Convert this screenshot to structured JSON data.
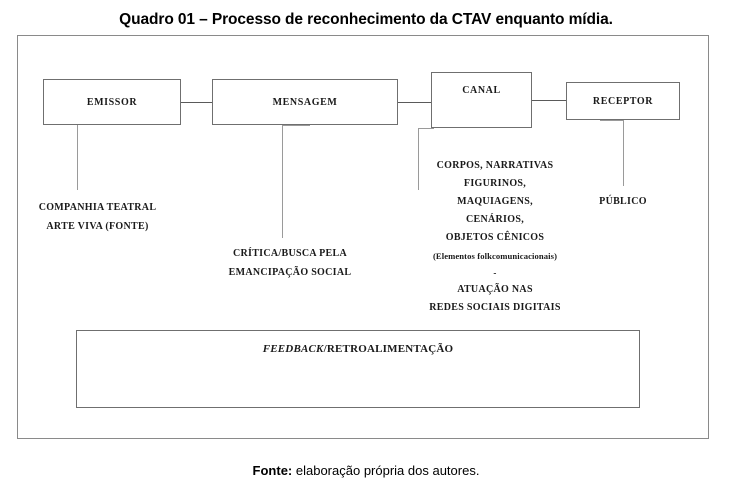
{
  "figure": {
    "title": "Quadro 01 – Processo de reconhecimento da CTAV enquanto mídia.",
    "source_label": "Fonte:",
    "source_text": " elaboração própria dos autores."
  },
  "nodes": [
    {
      "id": "emissor",
      "label": "EMISSOR"
    },
    {
      "id": "mensagem",
      "label": "MENSAGEM"
    },
    {
      "id": "canal",
      "label": "CANAL"
    },
    {
      "id": "receptor",
      "label": "RECEPTOR"
    }
  ],
  "captions": {
    "emissor": {
      "lines": [
        "COMPANHIA TEATRAL",
        "ARTE VIVA (FONTE)"
      ]
    },
    "mensagem": {
      "lines": [
        "CRÍTICA/BUSCA PELA",
        "EMANCIPAÇÃO SOCIAL"
      ]
    },
    "canal": {
      "lines": [
        "CORPOS, NARRATIVAS",
        "FIGURINOS,",
        "MAQUIAGENS,",
        "CENÁRIOS,",
        "OBJETOS CÊNICOS"
      ],
      "note": "(Elementos folkcomunicacionais)",
      "separator": "-",
      "tail_lines": [
        "ATUAÇÃO NAS",
        "REDES SOCIAIS DIGITAIS"
      ]
    },
    "receptor": {
      "lines": [
        "PÚBLICO"
      ]
    }
  },
  "feedback": {
    "italic_part": "FEEDBACK",
    "rest_part": "/RETROALIMENTAÇÃO"
  },
  "colors": {
    "frame_border": "#8a8a8a",
    "box_border": "#6f6f6f",
    "connector": "#9a9a9a",
    "text": "#1a1a1a",
    "background": "#ffffff"
  }
}
